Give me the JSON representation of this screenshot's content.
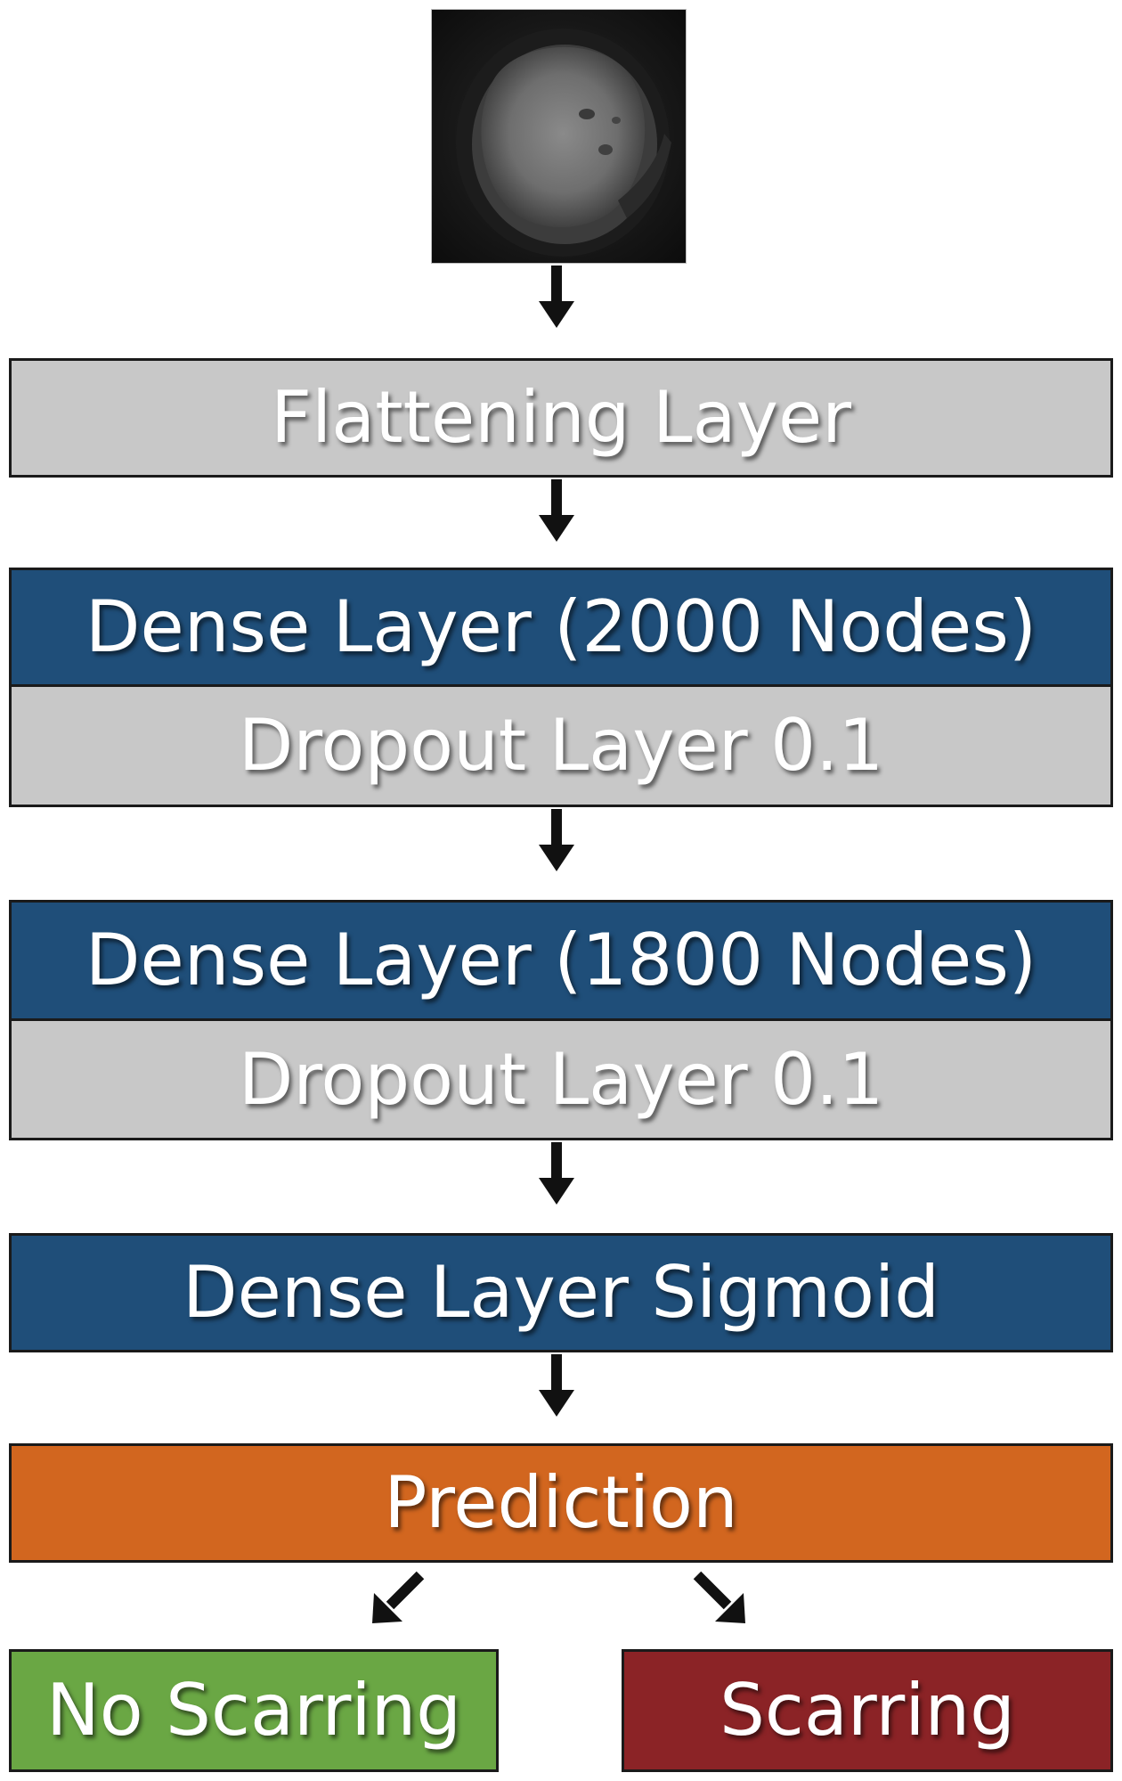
{
  "layers": {
    "flattening": "Flattening Layer",
    "dense_1": "Dense Layer (2000 Nodes)",
    "dropout_1": "Dropout Layer 0.1",
    "dense_2": "Dense Layer (1800 Nodes)",
    "dropout_2": "Dropout Layer 0.1",
    "dense_sigmoid": "Dense Layer Sigmoid",
    "prediction": "Prediction"
  },
  "outcomes": {
    "negative": "No Scarring",
    "positive": "Scarring"
  },
  "colors": {
    "gray_layer": "#c8c8c8",
    "dense_layer": "#1f4e79",
    "prediction": "#d2661f",
    "no_scarring": "#6aa744",
    "scarring": "#8b2326"
  },
  "icons": {
    "input": "cardiac-mri-scan-image",
    "connector": "arrow-down-icon"
  }
}
